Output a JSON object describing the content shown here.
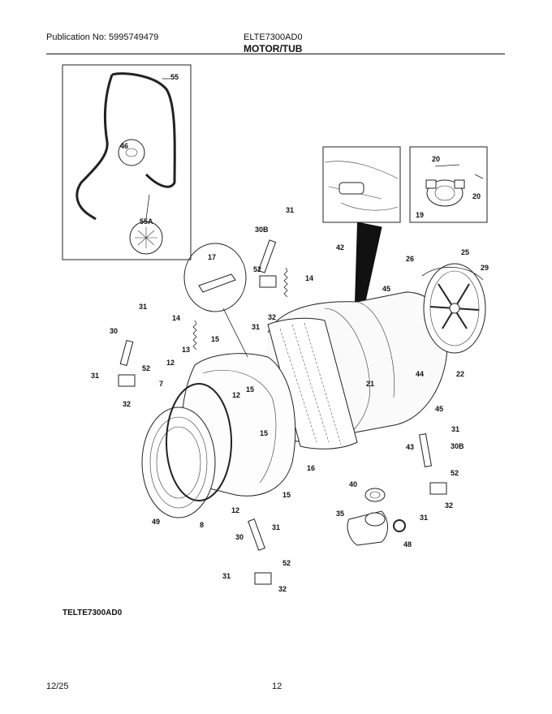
{
  "header": {
    "publication": "Publication No: 5995749479",
    "model": "ELTE7300AD0",
    "section": "MOTOR/TUB"
  },
  "model_tag": "TELTE7300AD0",
  "footer": {
    "date": "12/25",
    "page": "12"
  },
  "callouts": {
    "c55": "55",
    "c46": "46",
    "c55a": "55A",
    "c20a": "20",
    "c20b": "20",
    "c19": "19",
    "c31a": "31",
    "c30b_top": "30B",
    "c52a": "52",
    "c32a": "32",
    "c14a": "14",
    "c31b": "31",
    "c17": "17",
    "c42": "42",
    "c26": "26",
    "c25": "25",
    "c29": "29",
    "c45a": "45",
    "c31c": "31",
    "c14b": "14",
    "c30a": "30",
    "c52b": "52",
    "c31d": "31",
    "c32b": "32",
    "c12a": "12",
    "c13": "13",
    "c15a": "15",
    "c7": "7",
    "c12b": "12",
    "c15b": "15",
    "c21": "21",
    "c44": "44",
    "c22": "22",
    "c45b": "45",
    "c31e": "31",
    "c43": "43",
    "c30b_bot": "30B",
    "c15c": "15",
    "c16": "16",
    "c52c": "52",
    "c32c": "32",
    "c40": "40",
    "c31f": "31",
    "c49": "49",
    "c8": "8",
    "c12c": "12",
    "c15d": "15",
    "c31g": "31",
    "c30c": "30",
    "c35": "35",
    "c48": "48",
    "c52d": "52",
    "c31h": "31",
    "c32d": "32"
  }
}
